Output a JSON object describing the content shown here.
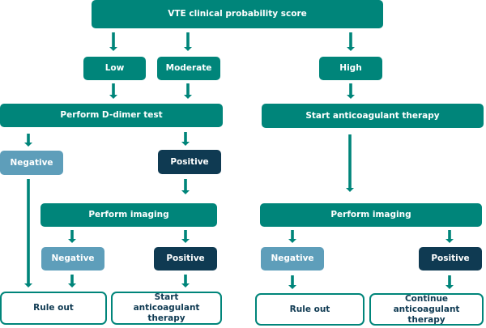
{
  "colors": {
    "primary": "#00857a",
    "negative": "#5e9eba",
    "positive": "#0f3a52",
    "outcome_border": "#00857a"
  },
  "top": {
    "label": "VTE clinical probability score"
  },
  "probabilities": {
    "low": "Low",
    "moderate": "Moderate",
    "high": "High"
  },
  "left_branch": {
    "ddimer": "Perform D-dimer test",
    "ddimer_negative": "Negative",
    "ddimer_positive": "Positive",
    "imaging": "Perform imaging",
    "imaging_negative": "Negative",
    "imaging_positive": "Positive",
    "outcome_rule_out": "Rule out",
    "outcome_start": "Start anticoagulant therapy"
  },
  "right_branch": {
    "start_therapy": "Start anticoagulant therapy",
    "imaging": "Perform imaging",
    "imaging_negative": "Negative",
    "imaging_positive": "Positive",
    "outcome_rule_out": "Rule out",
    "outcome_continue": "Continue anticoagulant therapy"
  }
}
